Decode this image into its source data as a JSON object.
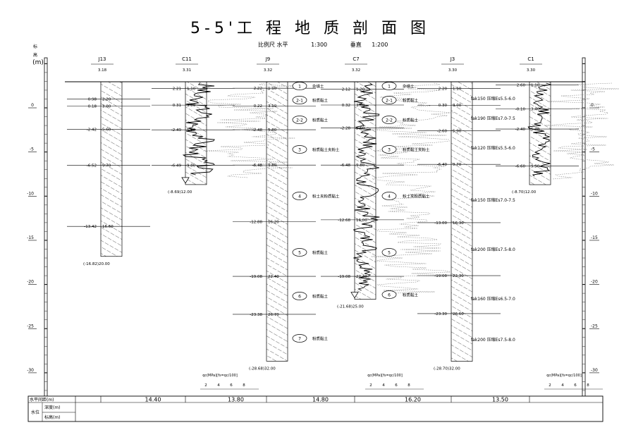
{
  "title": "5-5'工 程 地 质 剖 面 图",
  "scale": {
    "label": "比例尺",
    "horizontal_label": "水平",
    "horizontal_value": "1:300",
    "vertical_label": "垂直",
    "vertical_value": "1:200"
  },
  "elevation_axis": {
    "label_top": "标",
    "label_mid": "高",
    "unit": "(m)",
    "ticks": [
      "0",
      "-5",
      "-10",
      "-15",
      "-20",
      "-25",
      "-30"
    ]
  },
  "boreholes": [
    {
      "id": "J13",
      "elev": "3.18",
      "bottom": "(-16.82)20.00",
      "layers": [
        {
          "left": "0.98",
          "right": "2.20"
        },
        {
          "left": "0.18",
          "right": "3.00"
        },
        {
          "left": "-2.42",
          "right": "5.60"
        },
        {
          "left": "-6.52",
          "right": "9.70"
        },
        {
          "left": "-13.42",
          "right": "16.60"
        }
      ]
    },
    {
      "id": "C11",
      "elev": "3.31",
      "bottom": "(-8.69)12.00",
      "layers": [
        {
          "left": "2.21",
          "right": "1.10"
        },
        {
          "left": "0.31",
          "right": "3.00"
        },
        {
          "left": "-2.49",
          "right": "5.80"
        },
        {
          "left": "-6.49",
          "right": "9.80"
        }
      ]
    },
    {
      "id": "J9",
      "elev": "3.32",
      "bottom": "(-28.68)32.00",
      "layers": [
        {
          "left": "2.22",
          "right": "1.10"
        },
        {
          "left": "0.22",
          "right": "3.10"
        },
        {
          "left": "-2.48",
          "right": "5.80"
        },
        {
          "left": "-6.48",
          "right": "9.80"
        },
        {
          "left": "-12.88",
          "right": "16.20"
        },
        {
          "left": "-19.08",
          "right": "22.40"
        },
        {
          "left": "-23.38",
          "right": "26.70"
        }
      ]
    },
    {
      "id": "C7",
      "elev": "3.32",
      "bottom": "(-21.68)25.00",
      "layers": [
        {
          "left": "2.12",
          "right": "1.20"
        },
        {
          "left": "0.32",
          "right": "3.00"
        },
        {
          "left": "-2.28",
          "right": "5.60"
        },
        {
          "left": "-6.48",
          "right": "9.80"
        },
        {
          "left": "-12.68",
          "right": "16.00"
        },
        {
          "left": "-19.08",
          "right": "22.40"
        }
      ]
    },
    {
      "id": "J3",
      "elev": "3.30",
      "bottom": "(-28.70)32.00",
      "layers": [
        {
          "left": "2.20",
          "right": "1.10"
        },
        {
          "left": "0.30",
          "right": "3.00"
        },
        {
          "left": "-2.60",
          "right": "5.90"
        },
        {
          "left": "-6.40",
          "right": "9.70"
        },
        {
          "left": "-13.00",
          "right": "16.30"
        },
        {
          "left": "-19.00",
          "right": "22.30"
        },
        {
          "left": "-23.30",
          "right": "26.60"
        }
      ]
    },
    {
      "id": "C1",
      "elev": "3.30",
      "bottom": "(-8.70)12.00",
      "layers": [
        {
          "left": "2.60",
          "right": "1.10"
        },
        {
          "left": "-0.10",
          "right": "3.40"
        },
        {
          "left": "-2.40",
          "right": "5.70"
        },
        {
          "left": "-6.60",
          "right": "9.90"
        }
      ]
    }
  ],
  "strata_labels": [
    {
      "num": "1",
      "name": "杂填土"
    },
    {
      "num": "2-1",
      "name": "粉质黏土"
    },
    {
      "num": "2-2",
      "name": "粉质黏土"
    },
    {
      "num": "3",
      "name": "粉质黏土夹粉土"
    },
    {
      "num": "4",
      "name": "粉土夹粉质黏土"
    },
    {
      "num": "5",
      "name": "粉质黏土"
    },
    {
      "num": "6",
      "name": "粉质黏土"
    },
    {
      "num": "7",
      "name": "粉质黏土"
    }
  ],
  "strata_labels_c7": [
    {
      "num": "1",
      "name": "杂填土"
    },
    {
      "num": "2-1",
      "name": "粉质黏土"
    },
    {
      "num": "2-2",
      "name": "粉质黏土"
    },
    {
      "num": "3",
      "name": "粉质黏土夹粉土"
    },
    {
      "num": "4",
      "name": "粉土夹粉质黏土"
    },
    {
      "num": "5",
      "name": ""
    },
    {
      "num": "6",
      "name": "粉质黏土"
    }
  ],
  "bearing_notes": [
    "fak150 压缩Es5.5-6.0",
    "fak190 压缩Es7.0-7.5",
    "fak120 压缩Es5.5-6.0",
    "fak150 压缩Es7.0-7.5",
    "fak200 压缩Es7.5-8.0",
    "fak160 压缩Es6.5-7.0",
    "fak200 压缩Es7.5-8.0"
  ],
  "cpt_axis": {
    "label": "qc(MPa)[fs=qc/100]",
    "ticks": [
      "2",
      "4",
      "6",
      "8"
    ]
  },
  "footer": {
    "spacing_label": "水平间距(m)",
    "water_label": "水位",
    "depth_label": "深度(m)",
    "elev_label": "标高(m)",
    "spacings": [
      "14.40",
      "13.80",
      "14.80",
      "16.20",
      "13.50"
    ]
  },
  "colors": {
    "line": "#000000",
    "cpt_dotted": "#8a8a8a"
  }
}
